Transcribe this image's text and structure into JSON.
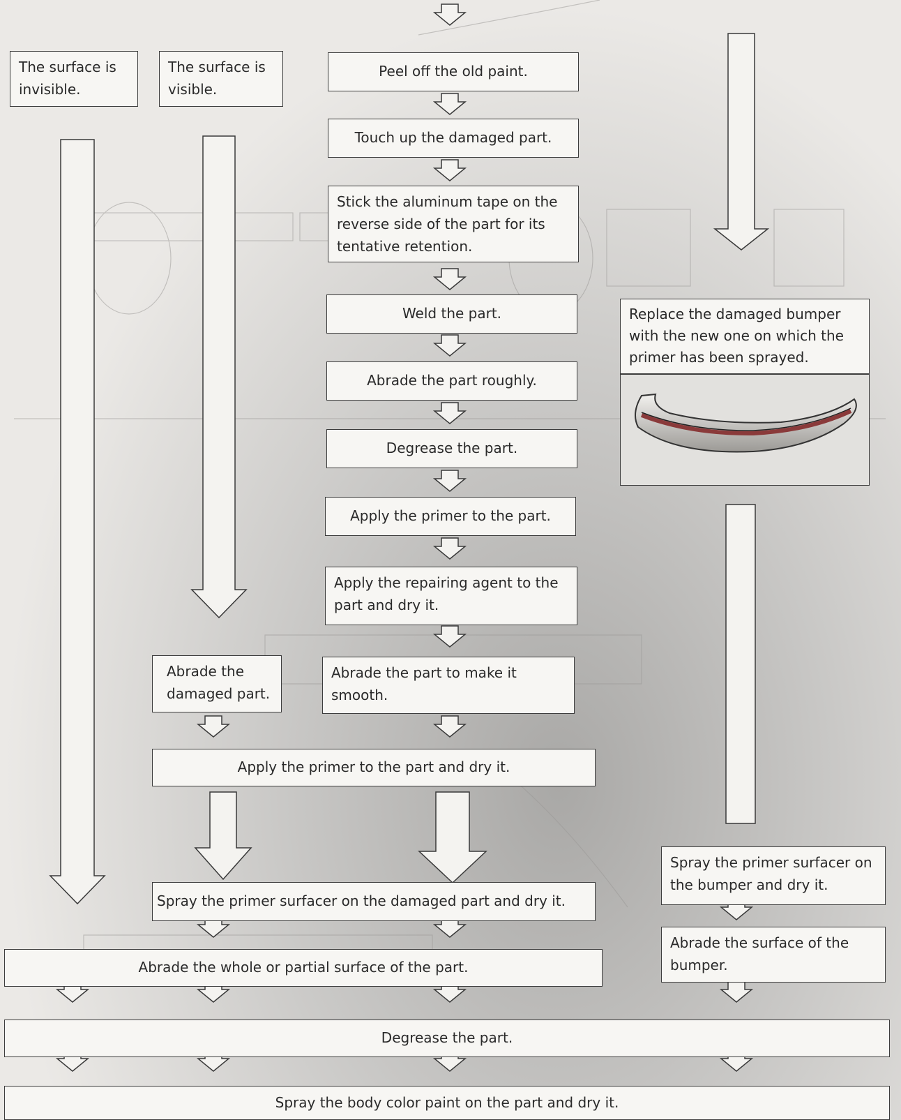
{
  "left_column": {
    "invisible_label": "The surface is invisible.",
    "visible_label": "The surface is visible."
  },
  "center_steps": [
    "Peel off the old paint.",
    "Touch up the damaged part.",
    "Stick the aluminum tape on the reverse side of the part for its tentative retention.",
    "Weld the part.",
    "Abrade the part roughly.",
    "Degrease the part.",
    "Apply the primer to the part.",
    "Apply the repairing agent to the part and dry it.",
    "Abrade the part to make it smooth."
  ],
  "visible_branch": {
    "abrade_damaged": "Abrade the damaged part."
  },
  "merge_steps": {
    "apply_primer_dry": "Apply the primer to the part and dry it.",
    "spray_primer_surfacer": "Spray the primer surfacer on the damaged part and dry it.",
    "abrade_surface": "Abrade the whole or partial surface of the part."
  },
  "right_column": {
    "replace_bumper": "Replace the damaged bumper with the new one on which the primer has been sprayed.",
    "spray_primer_bumper": "Spray the primer surfacer on the bumper and dry it.",
    "abrade_bumper": "Abrade the surface of the bumper."
  },
  "final_steps": {
    "degrease": "Degrease the part.",
    "spray_color": "Spray the body color paint on the part and dry it."
  },
  "colors": {
    "box_border": "#3c3c3c",
    "box_fill": "#f7f6f3",
    "background": "#ebe9e6",
    "bumper_stripe": "#8a3a3a",
    "bumper_body": "#d8d6d2"
  },
  "icons": [
    "down-arrow-icon",
    "long-down-arrow-icon",
    "bumper-image"
  ]
}
